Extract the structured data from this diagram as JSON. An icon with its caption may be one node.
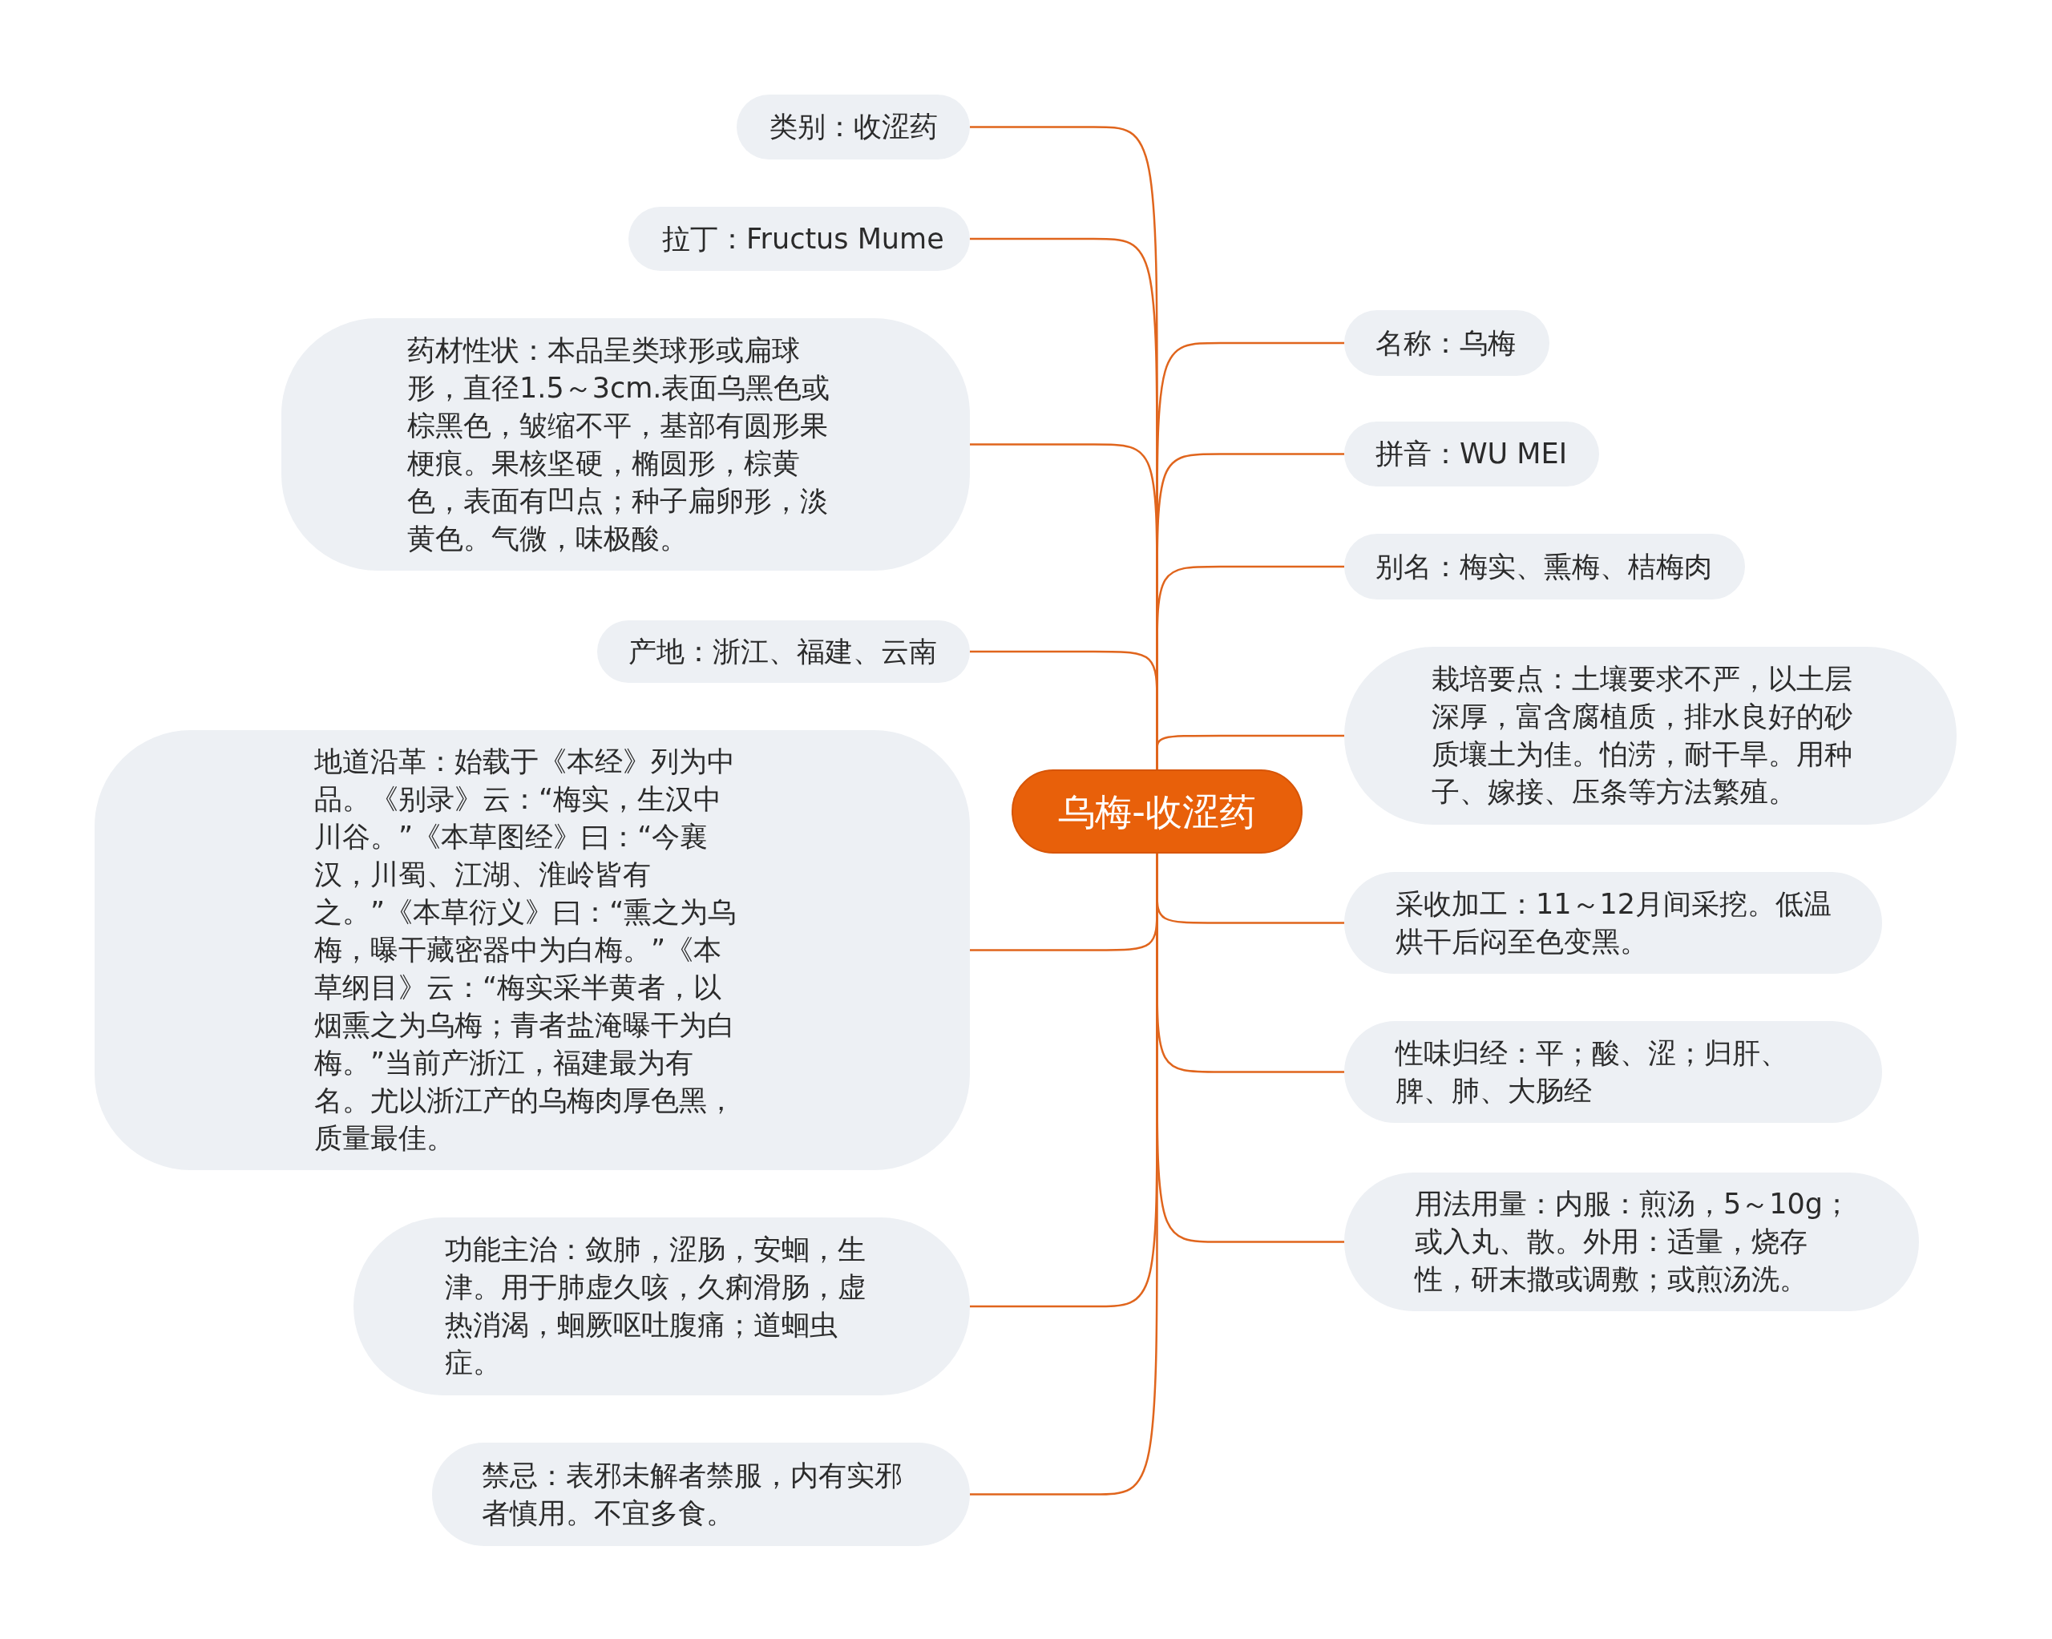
{
  "diagram": {
    "nodes": [
      {
        "text": [
          "乌梅-收涩药"
        ]
      },
      {
        "text": [
          "类别：收涩药"
        ]
      },
      {
        "text": [
          "拉丁：Fructus Mume"
        ]
      },
      {
        "text": [
          "药材性状：本品呈类球形或扁球形，直径1.5～3cm.表面乌黑色或棕黑色，皱缩不平，基部有圆形果梗痕。果核坚硬，椭圆形，棕黄色，表面有凹点；种子扁卵形，淡黄色。气微，味极酸。"
        ]
      },
      {
        "text": [
          "产地：浙江、福建、云南"
        ]
      },
      {
        "text": [
          "地道沿革：始载于《本经》列为中品。《别录》云：“梅实，生汉中川谷。”《本草图经》曰：“今襄汉，川蜀、江湖、淮岭皆有之。”《本草衍义》曰：“熏之为乌梅，曝干藏密器中为白梅。”《本草纲目》云：“梅实采半黄者，以烟熏之为乌梅；青者盐淹曝干为白梅。”当前产浙江，福建最为有名。尤以浙江产的乌梅肉厚色黑，质量最佳。"
        ]
      },
      {
        "text": [
          "功能主治：敛肺，涩肠，安蛔，生津。用于肺虚久咳，久痢滑肠，虚热消渴，蛔厥呕吐腹痛；道蛔虫症。"
        ]
      },
      {
        "text": [
          "禁忌：表邪未解者禁服，内有实邪者慎用。不宜多食。"
        ]
      },
      {
        "text": [
          "名称：乌梅"
        ]
      },
      {
        "text": [
          "拼音：WU MEI"
        ]
      },
      {
        "text": [
          "别名：梅实、熏梅、桔梅肉"
        ]
      },
      {
        "text": [
          "栽培要点：土壤要求不严，以土层深厚，富含腐植质，排水良好的砂质壤土为佳。怕涝，耐干旱。用种子、嫁接、压条等方法繁殖。"
        ]
      },
      {
        "text": [
          "采收加工：11～12月间采挖。低温烘干后闷至色变黑。"
        ]
      },
      {
        "text": [
          "性味归经：平；酸、涩；归肝、脾、肺、大肠经"
        ]
      },
      {
        "text": [
          "用法用量：内服：煎汤，5～10g；或入丸、散。外用：适量，烧存性，研末撒或调敷；或煎汤洗。"
        ]
      }
    ],
    "edges": [
      {
        "from": 0,
        "to": 1,
        "arrow": "none"
      },
      {
        "from": 0,
        "to": 2,
        "arrow": "none"
      },
      {
        "from": 0,
        "to": 3,
        "arrow": "none"
      },
      {
        "from": 0,
        "to": 4,
        "arrow": "none"
      },
      {
        "from": 0,
        "to": 5,
        "arrow": "none"
      },
      {
        "from": 0,
        "to": 6,
        "arrow": "none"
      },
      {
        "from": 0,
        "to": 7,
        "arrow": "none"
      },
      {
        "from": 0,
        "to": 8,
        "arrow": "none"
      },
      {
        "from": 0,
        "to": 9,
        "arrow": "none"
      },
      {
        "from": 0,
        "to": 10,
        "arrow": "none"
      },
      {
        "from": 0,
        "to": 11,
        "arrow": "none"
      },
      {
        "from": 0,
        "to": 12,
        "arrow": "none"
      },
      {
        "from": 0,
        "to": 13,
        "arrow": "none"
      },
      {
        "from": 0,
        "to": 14,
        "arrow": "none"
      }
    ]
  }
}
